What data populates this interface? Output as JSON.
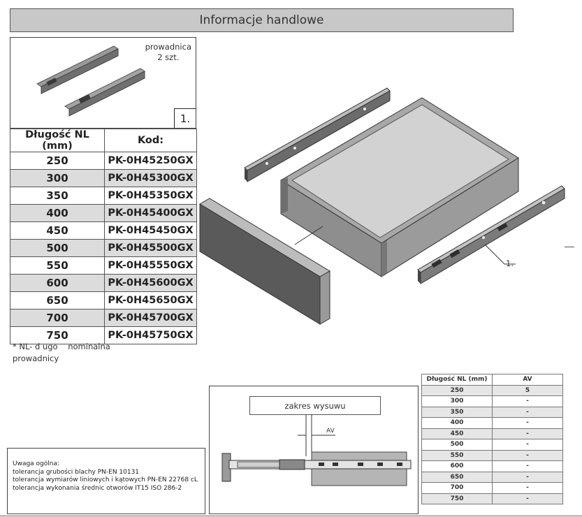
{
  "header": {
    "title": "Informacje handlowe"
  },
  "photo": {
    "caption_line1": "prowadnica",
    "caption_line2": "2 szt.",
    "badge": "1."
  },
  "main_table": {
    "headers": [
      "Długość NL (mm)",
      "Kod:"
    ],
    "rows": [
      [
        "250",
        "PK-0H45250GX"
      ],
      [
        "300",
        "PK-0H45300GX"
      ],
      [
        "350",
        "PK-0H45350GX"
      ],
      [
        "400",
        "PK-0H45400GX"
      ],
      [
        "450",
        "PK-0H45450GX"
      ],
      [
        "500",
        "PK-0H45500GX"
      ],
      [
        "550",
        "PK-0H45550GX"
      ],
      [
        "600",
        "PK-0H45600GX"
      ],
      [
        "650",
        "PK-0H45650GX"
      ],
      [
        "700",
        "PK-0H45700GX"
      ],
      [
        "750",
        "PK-0H45750GX"
      ]
    ]
  },
  "footnote": {
    "line1": "* NL- d ugo    nominalna",
    "line2": "prowadnicy"
  },
  "drawing": {
    "part_label": "1."
  },
  "note": {
    "title": "Uwaga ogólna:",
    "lines": [
      "tolerancja grubości blachy PN-EN 10131",
      "tolerancja wymiarów liniowych i kątowych PN-EN 22768 cL",
      "tolerancja wykonania średnic otworów IT15 ISO 286-2"
    ]
  },
  "diagram": {
    "title": "zakres wysuwu",
    "av_label": "AV"
  },
  "av_table": {
    "headers": [
      "Długość NL (mm)",
      "AV"
    ],
    "rows": [
      [
        "250",
        "5"
      ],
      [
        "300",
        "-"
      ],
      [
        "350",
        "-"
      ],
      [
        "400",
        "-"
      ],
      [
        "450",
        "-"
      ],
      [
        "500",
        "-"
      ],
      [
        "550",
        "-"
      ],
      [
        "600",
        "-"
      ],
      [
        "650",
        "-"
      ],
      [
        "700",
        "-"
      ],
      [
        "750",
        "-"
      ]
    ]
  },
  "colors": {
    "header_bg": "#c8c8c8",
    "row_shade": "#dcdcdc",
    "panel_dark": "#5a5a5a",
    "panel_mid": "#8a8a8a"
  }
}
